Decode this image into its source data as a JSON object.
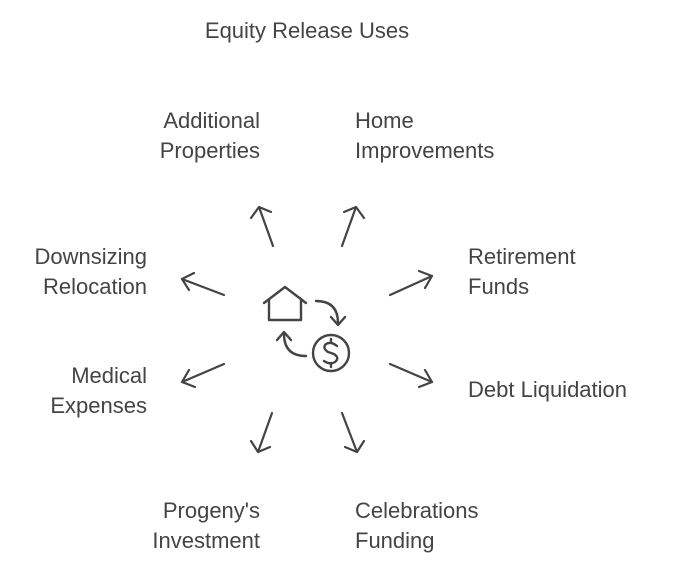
{
  "title": "Equity Release Uses",
  "center": {
    "icon_house": "house-icon",
    "icon_money": "dollar-coin-icon"
  },
  "nodes": {
    "additional": {
      "line1": "Additional",
      "line2": "Properties"
    },
    "home": {
      "line1": "Home",
      "line2": "Improvements"
    },
    "downsizing": {
      "line1": "Downsizing",
      "line2": "Relocation"
    },
    "retirement": {
      "line1": "Retirement",
      "line2": "Funds"
    },
    "medical": {
      "line1": "Medical",
      "line2": "Expenses"
    },
    "debt": {
      "line1": "Debt Liquidation"
    },
    "progeny": {
      "line1": "Progeny's",
      "line2": "Investment"
    },
    "celebrations": {
      "line1": "Celebrations",
      "line2": "Funding"
    }
  },
  "colors": {
    "text": "#444444",
    "stroke": "#444444",
    "background": "#ffffff"
  }
}
